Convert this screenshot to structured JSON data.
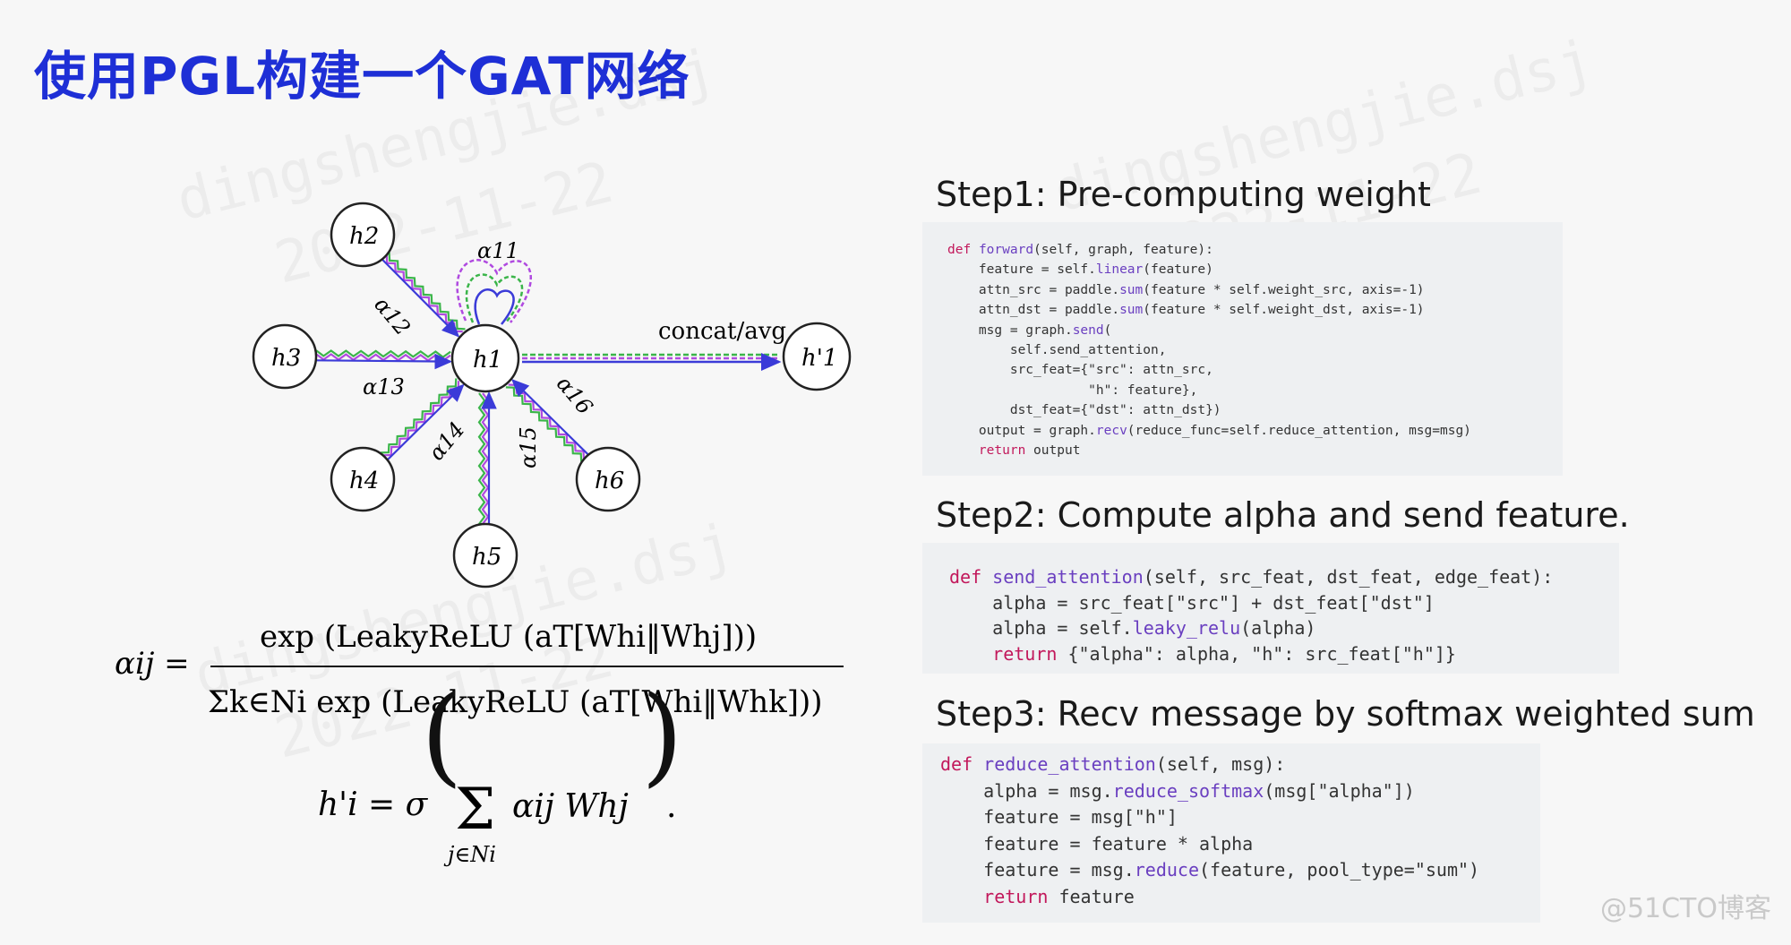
{
  "title": "使用PGL构建一个GAT网络",
  "watermark": {
    "left": "dingshengjie.dsj",
    "left_date": "2022-11-22",
    "right": "dingshengjie.dsj",
    "right_date": "2022-11-22",
    "lower": "dingshengjie.dsj",
    "lower_date": "2022-11-22"
  },
  "diagram": {
    "nodes": {
      "h1": "h1",
      "h2": "h2",
      "h3": "h3",
      "h4": "h4",
      "h5": "h5",
      "h6": "h6",
      "out": "h'1"
    },
    "edge_labels": {
      "a11": "α11",
      "a12": "α12",
      "a13": "α13",
      "a14": "α14",
      "a15": "α15",
      "a16": "α16"
    },
    "output_label": "concat/avg"
  },
  "formulas": {
    "alpha_lhs": "αij =",
    "alpha_num": "exp (LeakyReLU (aT[Whi‖Whj]))",
    "alpha_den": "Σk∈Ni exp (LeakyReLU (aT[Whi‖Whk]))",
    "h_lhs": "h'i = σ",
    "h_sum": "Σ",
    "h_sub": "j∈Ni",
    "h_body": "αij Whj",
    "h_end": "."
  },
  "steps": [
    {
      "label": "Step1: Pre-computing weight"
    },
    {
      "label": "Step2: Compute alpha and send feature."
    },
    {
      "label": "Step3: Recv message by softmax weighted sum"
    }
  ],
  "code1": [
    "def forward(self, graph, feature):",
    "    feature = self.linear(feature)",
    "    attn_src = paddle.sum(feature * self.weight_src, axis=-1)",
    "    attn_dst = paddle.sum(feature * self.weight_dst, axis=-1)",
    "    msg = graph.send(",
    "        self.send_attention,",
    "        src_feat={\"src\": attn_src,",
    "                  \"h\": feature},",
    "        dst_feat={\"dst\": attn_dst})",
    "    output = graph.recv(reduce_func=self.reduce_attention, msg=msg)",
    "    return output"
  ],
  "code2": [
    "def send_attention(self, src_feat, dst_feat, edge_feat):",
    "    alpha = src_feat[\"src\"] + dst_feat[\"dst\"]",
    "    alpha = self.leaky_relu(alpha)",
    "    return {\"alpha\": alpha, \"h\": src_feat[\"h\"]}"
  ],
  "code3": [
    "def reduce_attention(self, msg):",
    "    alpha = msg.reduce_softmax(msg[\"alpha\"])",
    "    feature = msg[\"h\"]",
    "    feature = feature * alpha",
    "    feature = msg.reduce(feature, pool_type=\"sum\")",
    "    return feature"
  ],
  "footer": "@51CTO博客",
  "colors": {
    "title": "#1e2fd6",
    "green": "#3bb54a",
    "purple": "#b04ae0",
    "blue": "#3b3bd8",
    "keyword": "#c2185b",
    "function": "#6a3fc0"
  }
}
